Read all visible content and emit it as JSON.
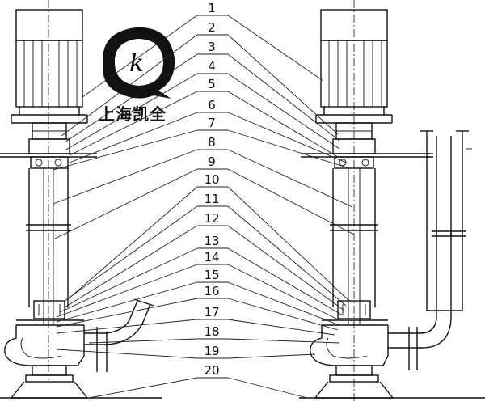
{
  "logo": {
    "emblem_letter": "k",
    "brand_text": "上海凯全"
  },
  "part_labels": [
    "1",
    "2",
    "3",
    "4",
    "5",
    "6",
    "7",
    "8",
    "9",
    "10",
    "11",
    "12",
    "13",
    "14",
    "15",
    "16",
    "17",
    "18",
    "19",
    "20"
  ]
}
